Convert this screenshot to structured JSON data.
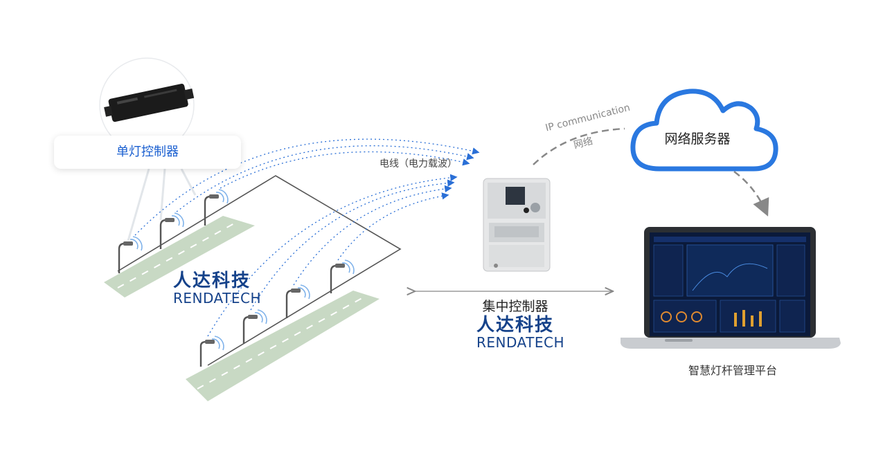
{
  "single_lamp_controller": "单灯控制器",
  "powerline_label": "电线（电力载波）",
  "ip_label": "IP communication",
  "network_label": "网络",
  "server_label": "网络服务器",
  "concentrator_label": "集中控制器",
  "platform_label": "智慧灯杆管理平台",
  "logo": {
    "cn": "人达科技",
    "en": "RENDATECH"
  },
  "colors": {
    "accent": "#1a5fd0",
    "signal": "#2a6fd6",
    "brand": "#15428a",
    "road": "#c8d9c4"
  }
}
